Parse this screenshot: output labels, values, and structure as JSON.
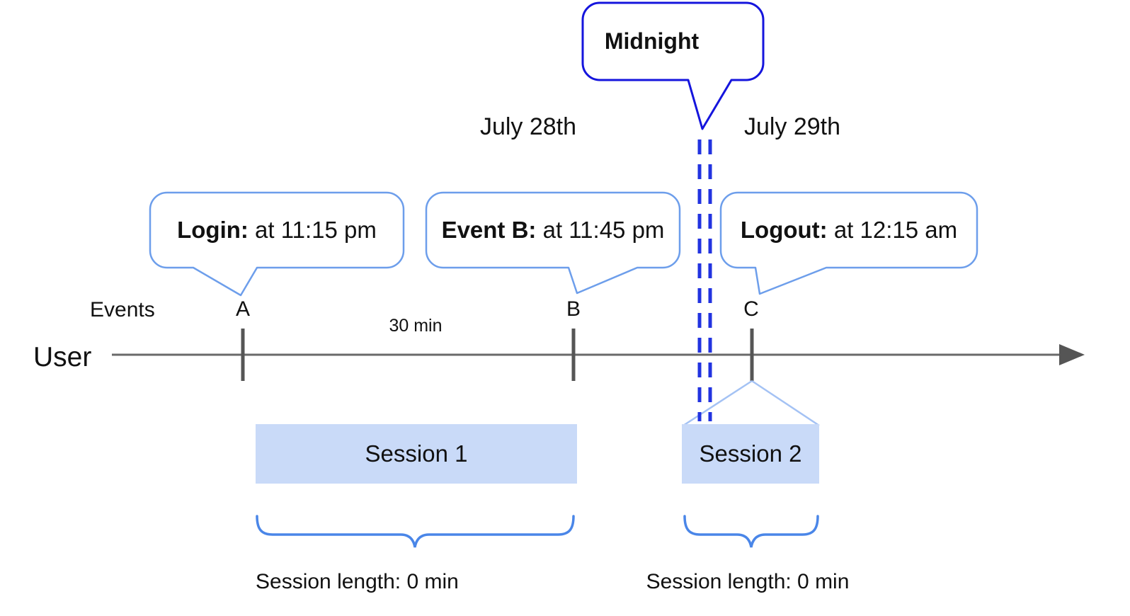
{
  "colors": {
    "accent-dark-blue": "#1515dd",
    "dash-blue": "#2233e0",
    "bubble-blue": "#6d9eeb",
    "brace-blue": "#4a86e8",
    "light-blue": "#a4c2f4",
    "session-fill": "#c9daf8",
    "line-gray": "#6a6a6a",
    "tick-gray": "#555555",
    "text-color": "#111111"
  },
  "dates": {
    "left": "July 28th",
    "right": "July 29th"
  },
  "midnight": {
    "label": "Midnight"
  },
  "callouts": {
    "login": {
      "label": "Login:",
      "detail": " at 11:15 pm"
    },
    "event_b": {
      "label": "Event B:",
      "detail": " at 11:45 pm"
    },
    "logout": {
      "label": "Logout:",
      "detail": " at 12:15 am"
    }
  },
  "timeline": {
    "row_label": "Events",
    "axis_label": "User",
    "interval_label": "30 min",
    "markers": {
      "a": "A",
      "b": "B",
      "c": "C"
    }
  },
  "sessions": {
    "s1": {
      "label": "Session 1",
      "length": "Session length: 0 min"
    },
    "s2": {
      "label": "Session 2",
      "length": "Session length: 0 min"
    }
  }
}
